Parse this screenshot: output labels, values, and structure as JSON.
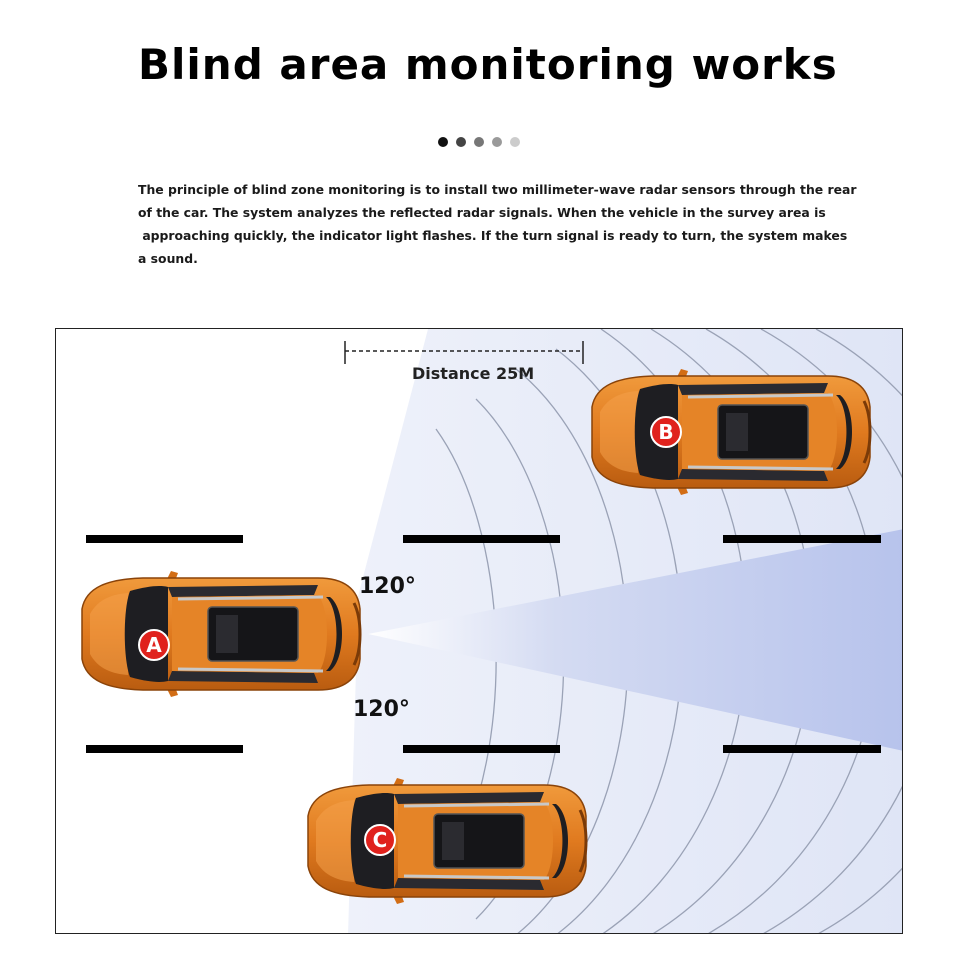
{
  "header": {
    "title": "Blind area monitoring works",
    "carousel_dots": [
      "#111111",
      "#444444",
      "#777777",
      "#9a9a9a",
      "#cccccc"
    ]
  },
  "description": {
    "lines": [
      "The principle of blind zone monitoring is to install two millimeter-wave radar sensors through the rear",
      "of the car. The system analyzes the reflected radar signals. When the vehicle in the survey area is",
      " approaching quickly, the indicator light flashes. If the turn signal is ready to turn, the system makes",
      "a sound."
    ]
  },
  "diagram": {
    "distance_label": "Distance 25M",
    "angle_top": "120°",
    "angle_bottom": "120°",
    "cars": [
      {
        "label": "A"
      },
      {
        "label": "B"
      },
      {
        "label": "C"
      }
    ],
    "colors": {
      "car_body": "#e07a1f",
      "car_dark": "#a14b0c",
      "badge": "#e0221d",
      "radar_zone": "#dde3f6",
      "radar_beam": "#b9c4ec",
      "lane_line": "#000000"
    }
  }
}
